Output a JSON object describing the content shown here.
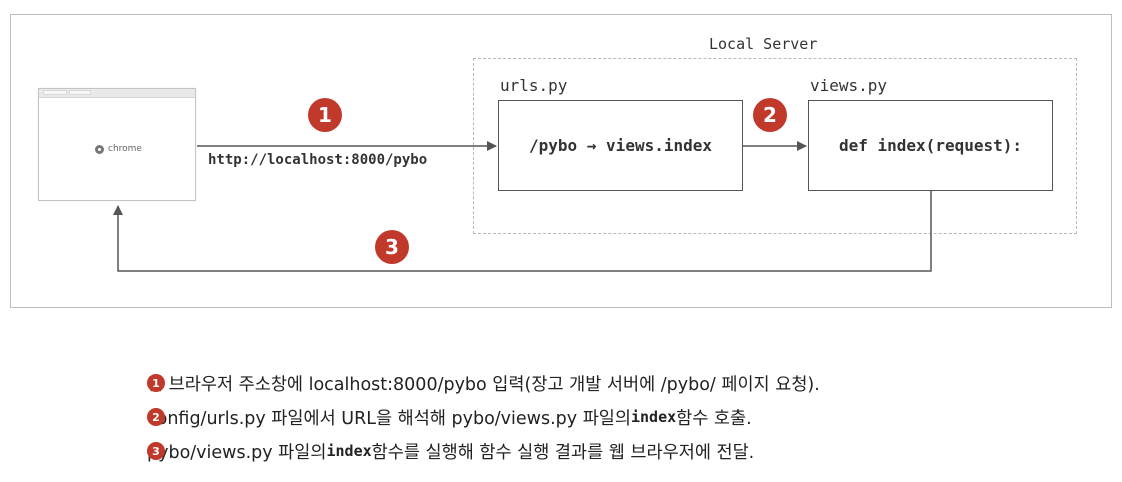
{
  "diagram": {
    "server_label": "Local Server",
    "urls_file": "urls.py",
    "views_file": "views.py",
    "urls_box_text": "/pybo → views.index",
    "views_box_text": "def index(request):",
    "url_text": "http://localhost:8000/pybo",
    "browser_label": "chrome",
    "step_badges": [
      "1",
      "2",
      "3"
    ]
  },
  "notes": [
    {
      "num": "1",
      "parts": [
        "웹 브라우저 주소창에 localhost:8000/pybo 입력(장고 개발 서버에 /pybo/ 페이지 요청)."
      ]
    },
    {
      "num": "2",
      "parts": [
        "config/urls.py 파일에서 URL을 해석해 pybo/views.py 파일의 ",
        "index",
        " 함수 호출."
      ]
    },
    {
      "num": "3",
      "parts": [
        "pybo/views.py 파일의 ",
        "index",
        " 함수를 실행해 함수 실행 결과를 웹 브라우저에 전달."
      ]
    }
  ],
  "colors": {
    "badge": "#c0392b",
    "line": "#555555",
    "dashed_border": "#b8b8b8",
    "frame": "#bdbdbd"
  }
}
